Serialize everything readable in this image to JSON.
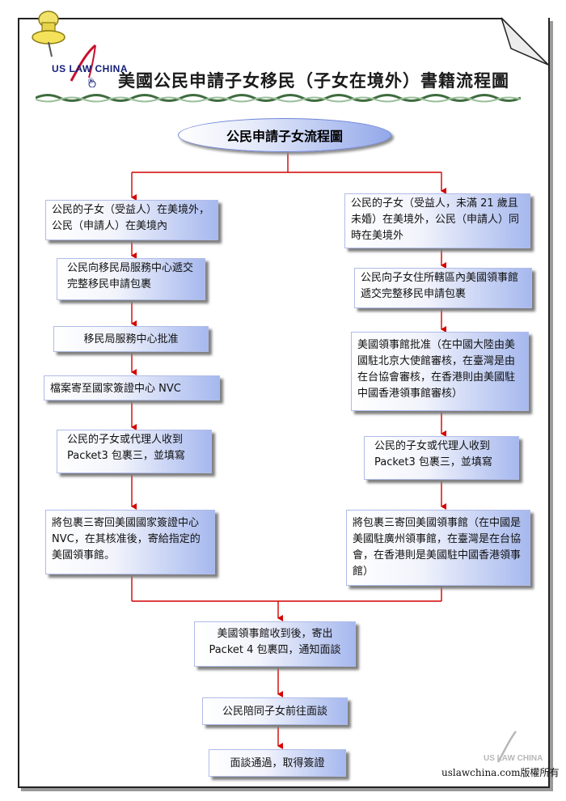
{
  "header": {
    "logo_text": "US LAW CHINA",
    "logo_registered": "®",
    "title": "美國公民申請子女移民（子女在境外）書籍流程圖"
  },
  "flow": {
    "heading": "公民申請子女流程圖",
    "left": {
      "step1": "公民的子女（受益人）在美境外，公民（申請人）在美境內",
      "step2": "公民向移民局服務中心遞交完整移民申請包裹",
      "step3": "移民局服務中心批准",
      "step4": "檔案寄至國家簽證中心 NVC",
      "step5": "公民的子女或代理人收到 Packet3 包裹三，並填寫",
      "step6": "將包裹三寄回美國國家簽證中心 NVC，在其核准後，寄給指定的美國領事館。"
    },
    "right": {
      "step1": "公民的子女（受益人，未滿 21 歲且未婚）在美境外，公民（申請人）同時在美境外",
      "step2": "公民向子女住所轄區內美國領事館遞交完整移民申請包裹",
      "step3": "美國領事館批准（在中國大陸由美國駐北京大使館審核，在臺灣是由在台協會審核，在香港則由美國駐中國香港領事館審核）",
      "step4": "公民的子女或代理人收到 Packet3 包裹三，並填寫",
      "step5": "將包裹三寄回美國領事館（在中國是美國駐廣州領事館，在臺灣是在台協會，在香港則是美國駐中國香港領事館）"
    },
    "merged": {
      "step1": "美國領事館收到後，寄出 Packet 4 包裹四，通知面談",
      "step2": "公民陪同子女前往面談",
      "step3": "面談通過，取得簽證"
    }
  },
  "footer": {
    "copyright": "uslawchina.com版權所有",
    "watermark": "US LAW CHINA"
  },
  "colors": {
    "arrow": "#d40000",
    "box_gradient_end": "#a6b8ee",
    "logo_blue": "#15207a",
    "logo_red": "#c8102e"
  }
}
